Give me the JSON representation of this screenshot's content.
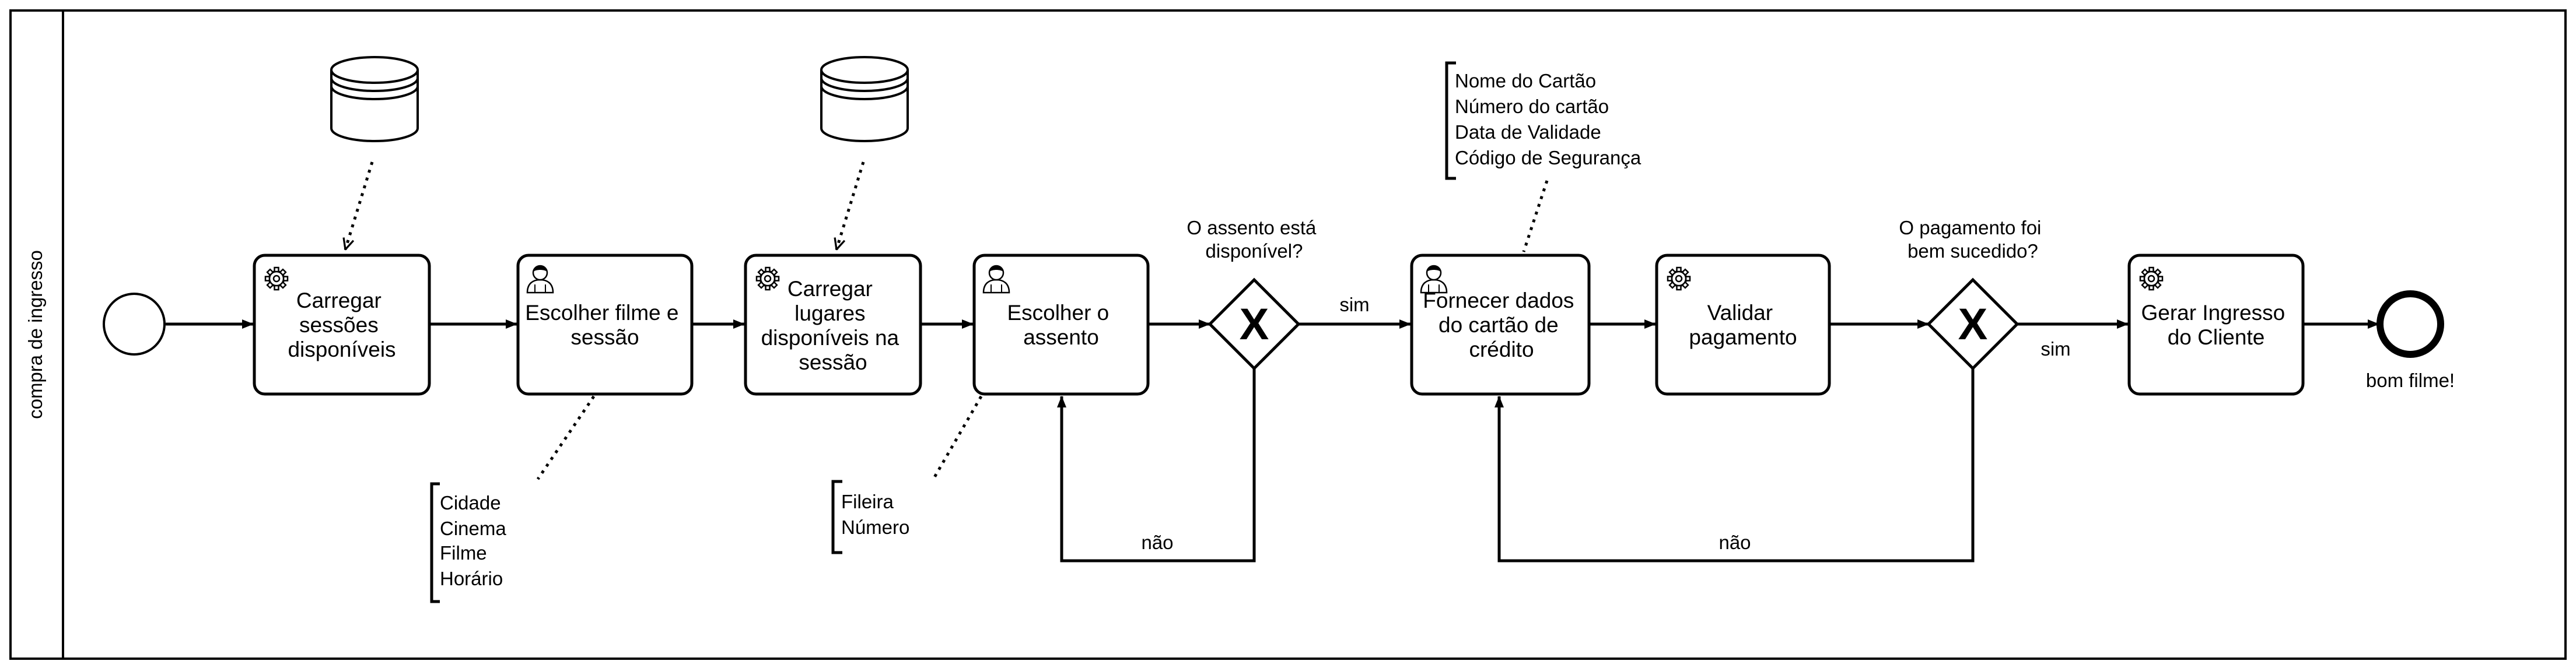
{
  "pool": {
    "label": "compra de ingresso"
  },
  "tasks": {
    "t1": {
      "lines": [
        "Carregar",
        "sessões",
        "disponíveis"
      ],
      "type": "service"
    },
    "t2": {
      "lines": [
        "Escolher filme e",
        "sessão"
      ],
      "type": "user"
    },
    "t3": {
      "lines": [
        "Carregar",
        "lugares",
        "disponíveis na",
        "sessão"
      ],
      "type": "service"
    },
    "t4": {
      "lines": [
        "Escolher o",
        "assento"
      ],
      "type": "user"
    },
    "t5": {
      "lines": [
        "Fornecer dados",
        "do cartão de",
        "crédito"
      ],
      "type": "user"
    },
    "t6": {
      "lines": [
        "Validar",
        "pagamento"
      ],
      "type": "service"
    },
    "t7": {
      "lines": [
        "Gerar Ingresso",
        "do Cliente"
      ],
      "type": "service"
    }
  },
  "gateways": {
    "g1": {
      "question": [
        "O assento está",
        "disponível?"
      ],
      "marker": "X"
    },
    "g2": {
      "question": [
        "O pagamento foi",
        "bem sucedido?"
      ],
      "marker": "X"
    }
  },
  "flows": {
    "g1_yes": "sim",
    "g1_no": "não",
    "g2_yes": "sim",
    "g2_no": "não"
  },
  "events": {
    "start": {
      "label": ""
    },
    "end": {
      "label": "bom filme!"
    }
  },
  "annotations": {
    "a1": [
      "Cidade",
      "Cinema",
      "Filme",
      "Horário"
    ],
    "a2": [
      "Fileira",
      "Número"
    ],
    "a3": [
      "Nome do Cartão",
      "Número do cartão",
      "Data de Validade",
      "Código de Segurança"
    ]
  },
  "icons": {
    "service": "gear-icon",
    "user": "user-icon",
    "datastore": "database-icon"
  },
  "colors": {
    "stroke": "#000000",
    "fill": "#ffffff"
  }
}
